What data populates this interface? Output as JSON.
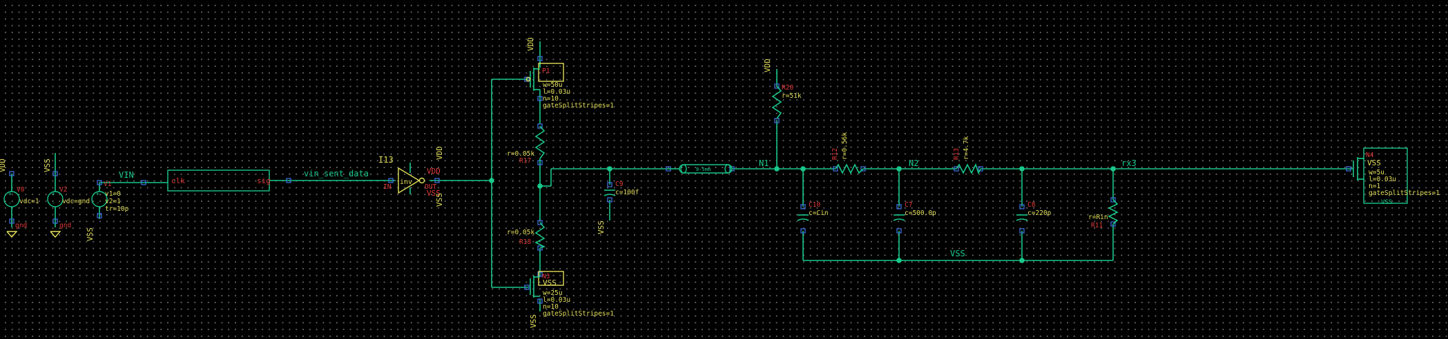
{
  "labels": {
    "v0": "V0",
    "vdc1": "vdc=1",
    "gnd1": "gnd",
    "v2": "V2",
    "vdc2": "vdc=gnd",
    "gnd2": "gnd",
    "v1": "V1",
    "v1_v1": "v1=0",
    "v1_v2": "v2=1",
    "v1_tr": "tr=10p",
    "vin": "VIN",
    "clk": "clk",
    "sig": "sig",
    "vin_sent_data": "vin_sent_data",
    "i13": "I13",
    "inv": "inv",
    "in": "IN",
    "out": "OUT",
    "p1": "P1",
    "p1_w": "w=50u",
    "p1_l": "l=0.03u",
    "p1_n": "n=10",
    "p1_g": "gateSplitStripes=1",
    "n3": "N3",
    "n3_w": "w=25u",
    "n3_l": "l=0.03u",
    "n3_n": "n=10",
    "n3_g": "gateSplitStripes=1",
    "r17_r": "r=0.05k",
    "r17": "R17",
    "r18_r": "r=0.05k",
    "r18": "R18",
    "c9": "C9",
    "c9_c": "c=100f",
    "tline": "8-5mm",
    "n1": "N1",
    "r20": "R20",
    "r20_r": "r=51k",
    "r12": "R12",
    "r12_r": "r=0.56k",
    "n2": "N2",
    "r13": "R13",
    "r13_r": "r=4.7k",
    "c10": "C10",
    "c10_c": "c=Cin",
    "c7": "C7",
    "c7_c": "c=500.0p",
    "c8": "C8",
    "c8_c": "c=220p",
    "r11_r": "r=Rin",
    "r11": "R11",
    "rx3": "rx3",
    "n4": "N4",
    "n4_w": "w=5u",
    "n4_l": "l=0.03u",
    "n4_n": "n=1",
    "n4_g": "gateSplitStripes=1",
    "vdd": "VDD",
    "vss": "VSS"
  }
}
